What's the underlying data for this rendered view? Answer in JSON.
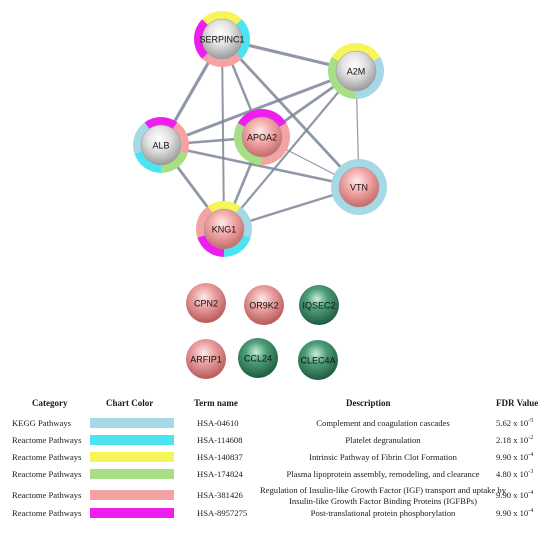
{
  "nodes": [
    {
      "label": "SERPINC1",
      "ring": [
        "yellow",
        "cyan",
        "salmon",
        "magenta"
      ]
    },
    {
      "label": "A2M",
      "ring": [
        "yellow",
        "lightblue",
        "green"
      ]
    },
    {
      "label": "ALB",
      "ring": [
        "magenta",
        "salmon",
        "green",
        "cyan",
        "lightblue"
      ]
    },
    {
      "label": "APOA2",
      "ring": [
        "magenta",
        "salmon",
        "green"
      ]
    },
    {
      "label": "VTN",
      "ring": [
        "lightblue"
      ]
    },
    {
      "label": "KNG1",
      "ring": [
        "yellow",
        "lightblue",
        "cyan",
        "magenta",
        "salmon"
      ]
    }
  ],
  "isolated_nodes": [
    {
      "label": "CPN2",
      "color": "red"
    },
    {
      "label": "OR9K2",
      "color": "red"
    },
    {
      "label": "IQSEC2",
      "color": "green"
    },
    {
      "label": "ARFIP1",
      "color": "red"
    },
    {
      "label": "CCL24",
      "color": "green"
    },
    {
      "label": "CLEC4A",
      "color": "green"
    }
  ],
  "colors": {
    "lightblue": "#a7d8e6",
    "cyan": "#4de3f0",
    "yellow": "#f6f55a",
    "green": "#a6df86",
    "salmon": "#f4a3a3",
    "magenta": "#ec1fec",
    "node_gray": "#c8c8c8",
    "node_red": "#e89a9a",
    "node_green": "#3f8f67",
    "edge": "#7d8698"
  },
  "legend": {
    "headers": {
      "category": "Category",
      "chart_color": "Chart Color",
      "term_name": "Term name",
      "description": "Description",
      "fdr": "FDR Value"
    },
    "rows": [
      {
        "category": "KEGG Pathways",
        "color": "lightblue",
        "term": "HSA-04610",
        "description": "Complement and coagulation cascades",
        "fdr_base": "5.62 x 10",
        "fdr_exp": "-5"
      },
      {
        "category": "Reactome Pathways",
        "color": "cyan",
        "term": "HSA-114608",
        "description": "Platelet degranulation",
        "fdr_base": "2.18 x 10",
        "fdr_exp": "-2"
      },
      {
        "category": "Reactome Pathways",
        "color": "yellow",
        "term": "HSA-140837",
        "description": "Intrinsic Pathway of Fibrin Clot Formation",
        "fdr_base": "9.90 x 10",
        "fdr_exp": "-4"
      },
      {
        "category": "Reactome Pathways",
        "color": "green",
        "term": "HSA-174824",
        "description": "Plasma lipoprotein assembly, remodeling, and clearance",
        "fdr_base": "4.80 x 10",
        "fdr_exp": "-3"
      },
      {
        "category": "Reactome Pathways",
        "color": "salmon",
        "term": "HSA-381426",
        "description": "Regulation of Insulin-like Growth Factor (IGF) transport and uptake by Insulin-like Growth Factor Binding Proteins (IGFBPs)",
        "fdr_base": "9.90 x 10",
        "fdr_exp": "-4"
      },
      {
        "category": "Reactome Pathways",
        "color": "magenta",
        "term": "HSA-8957275",
        "description": "Post-translational protein phosphorylation",
        "fdr_base": "9.90 x 10",
        "fdr_exp": "-4"
      }
    ]
  }
}
